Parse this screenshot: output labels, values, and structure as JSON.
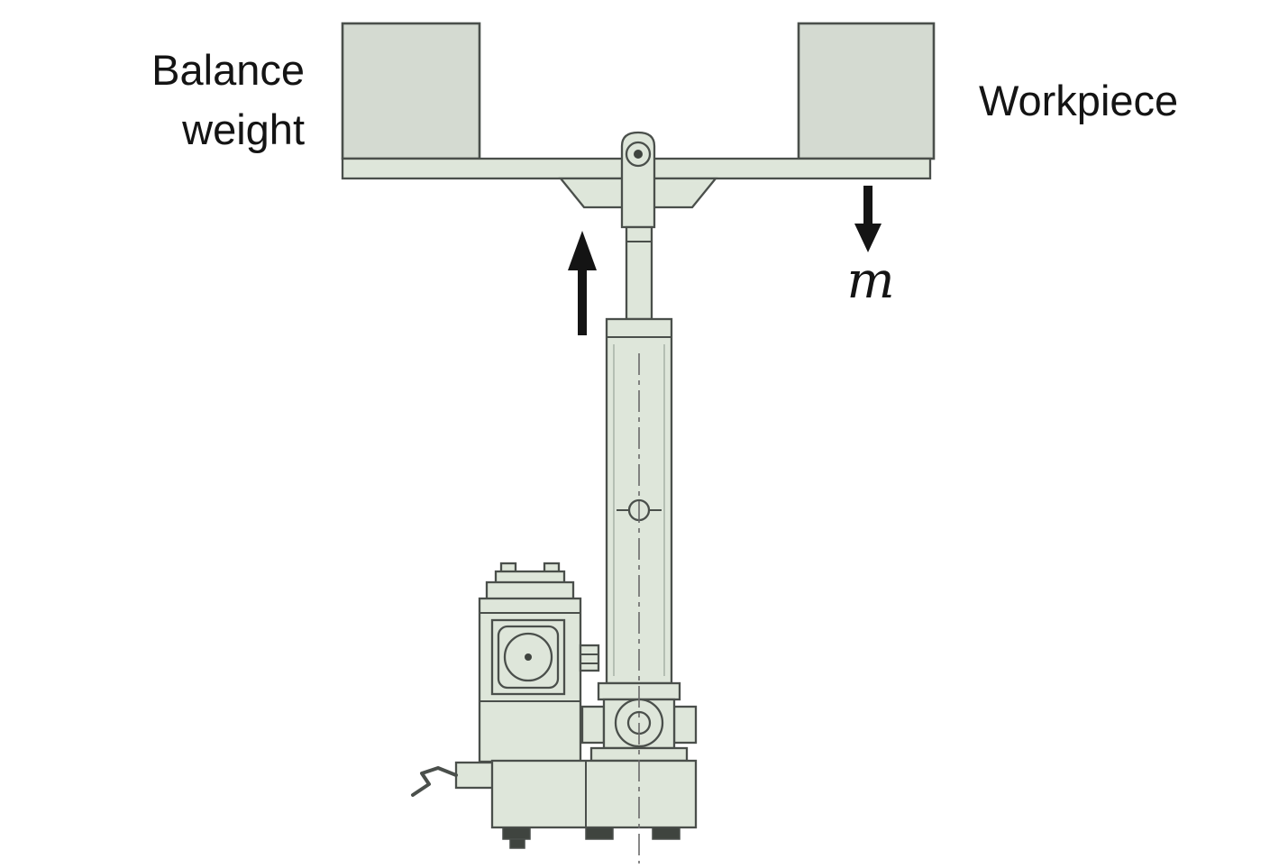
{
  "diagram": {
    "labels": {
      "balance_weight": {
        "lines": [
          "Balance",
          "weight"
        ]
      },
      "workpiece": "Workpiece",
      "mass_symbol": "m"
    },
    "icons": {
      "up_arrow": "upward-force-arrow",
      "down_arrow": "downward-load-arrow"
    },
    "colors": {
      "background": "#ffffff",
      "machine_fill": "#dee6da",
      "block_fill": "#d4dad1",
      "outline": "#4a4f4b",
      "dark": "#3f443f",
      "arrow": "#141414",
      "centerline": "#6a6a6a",
      "text": "#141414",
      "shade": "#9aa59a"
    }
  }
}
